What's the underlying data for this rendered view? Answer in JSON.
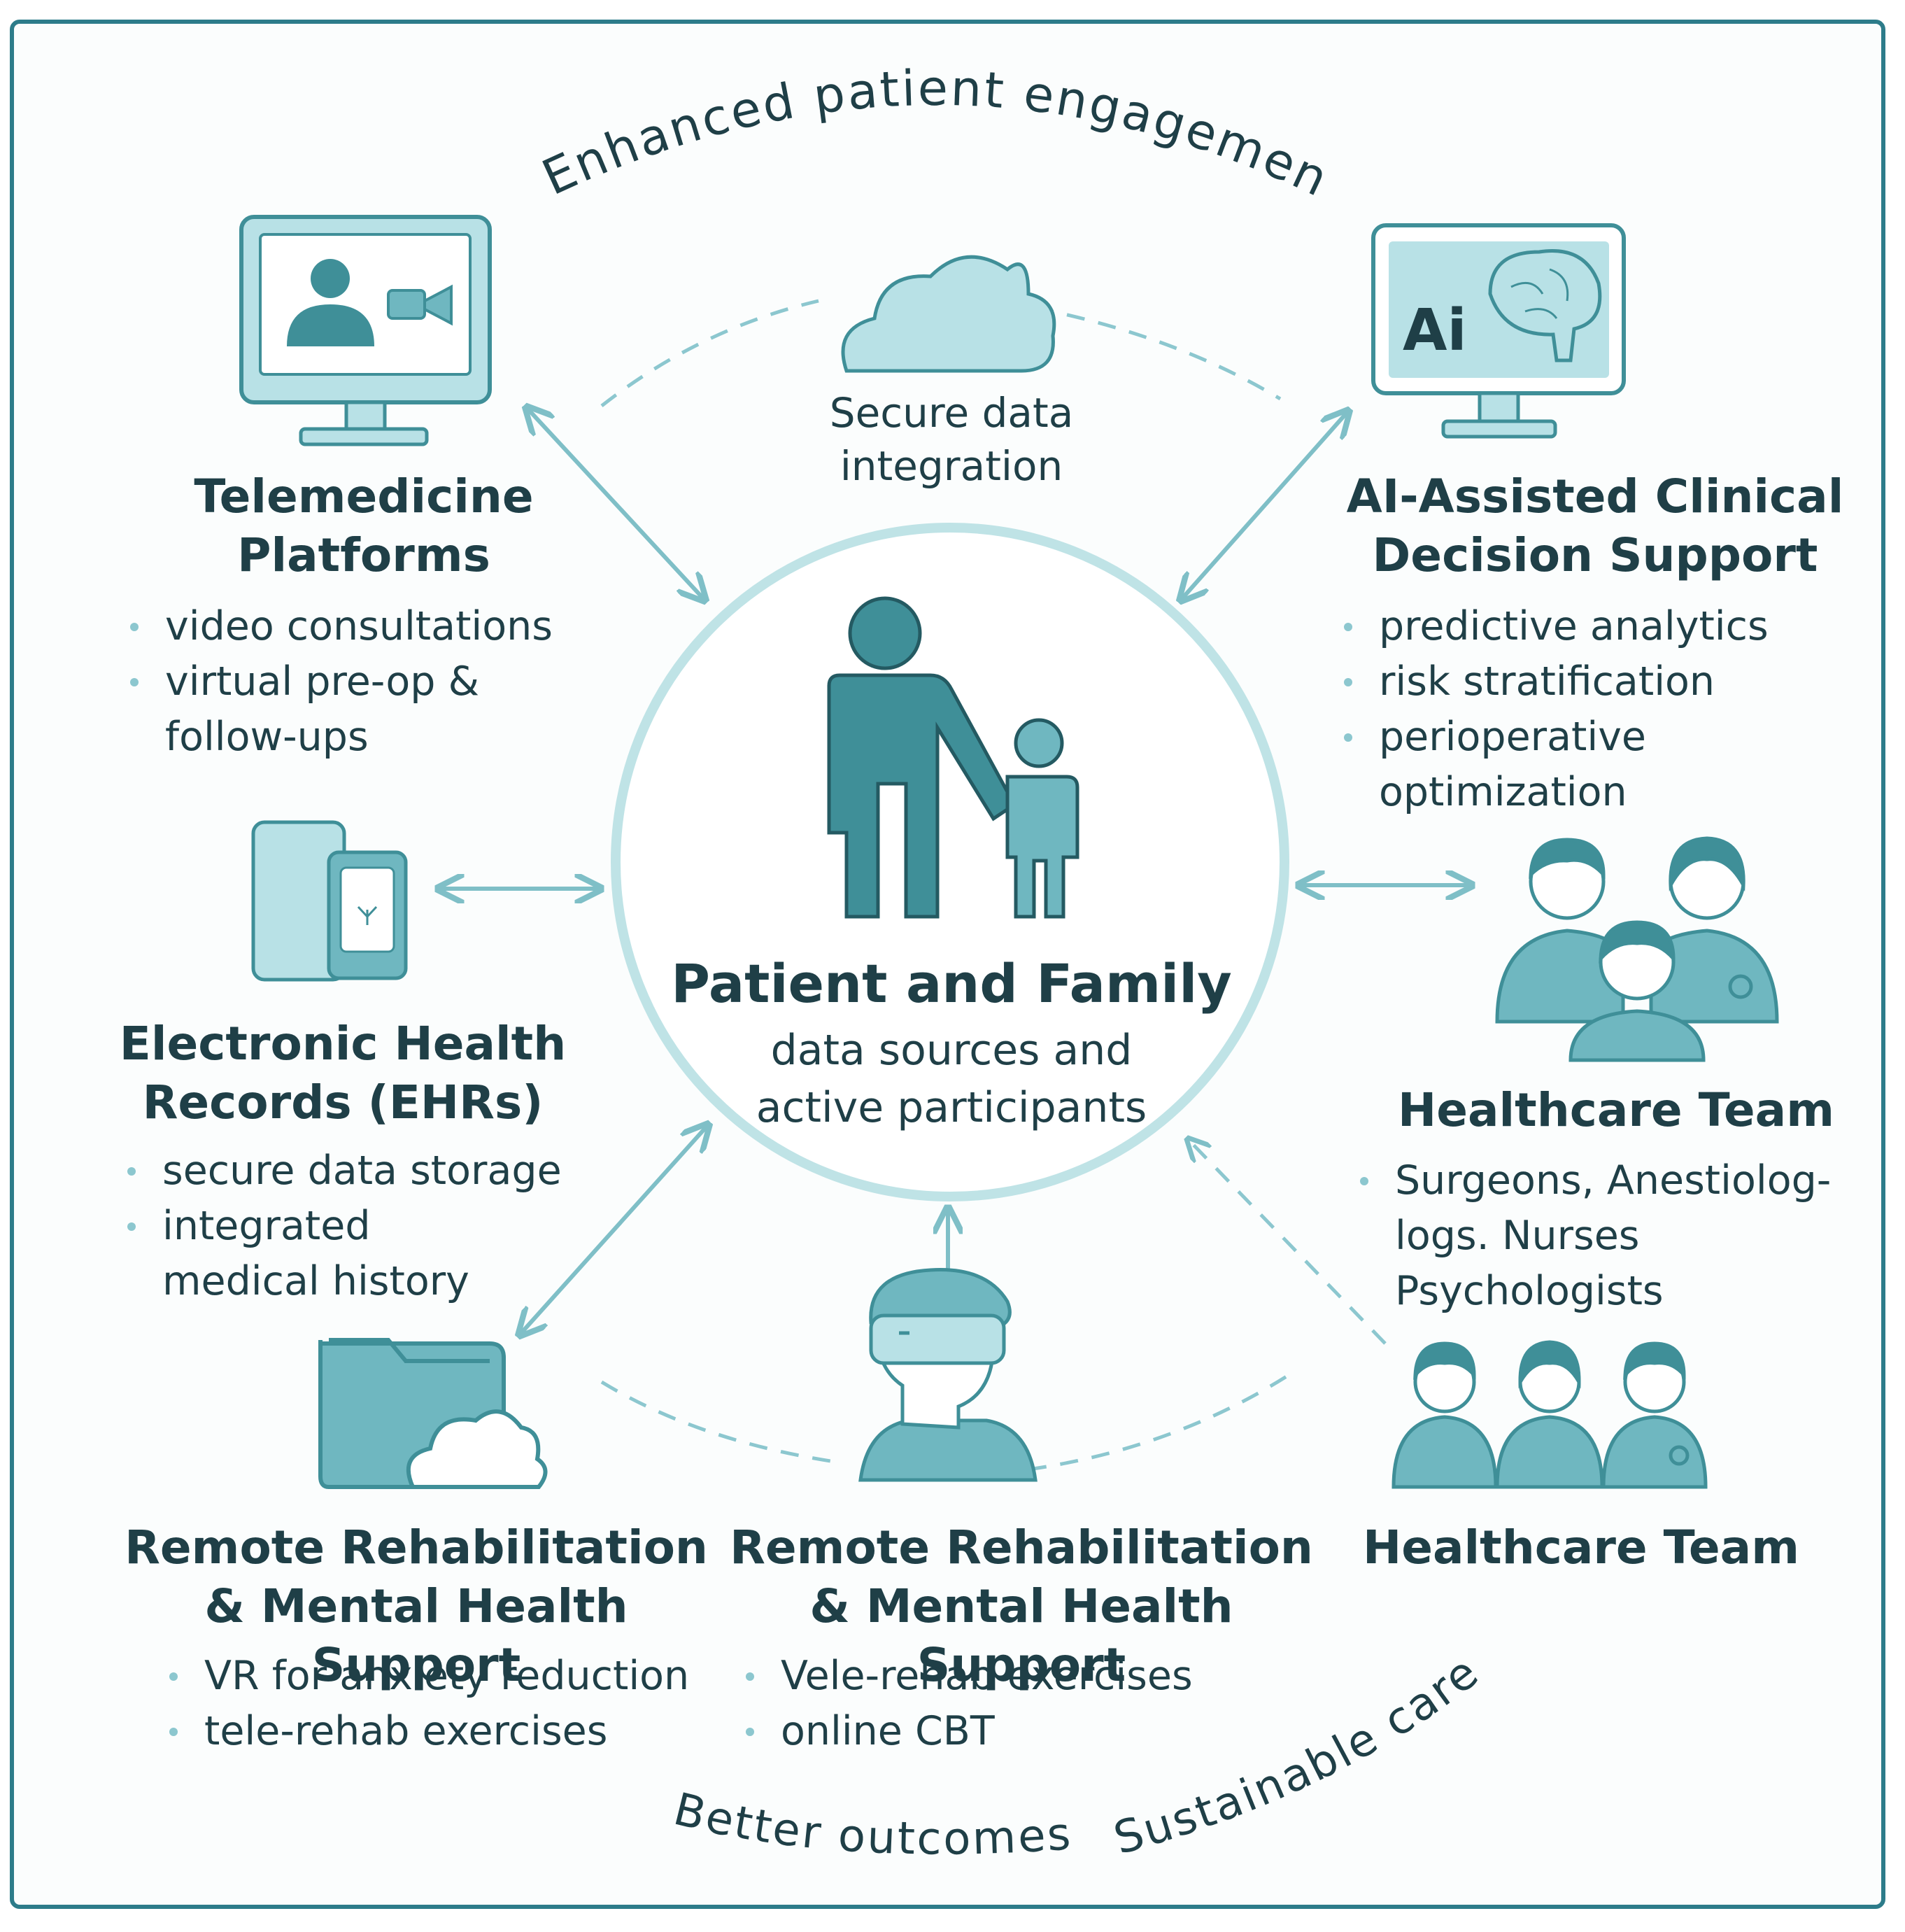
{
  "top_arc_text": "Enhanced patient engagement",
  "bottom_left_text": "Better outcomes",
  "bottom_right_text": "Sustainable care",
  "center": {
    "title": "Patient and Family",
    "subtitle_1": "data sources and",
    "subtitle_2": "active participants"
  },
  "cloud_label": {
    "line1": "Secure data",
    "line2": "integration"
  },
  "telemedicine": {
    "title_1": "Telemedicine",
    "title_2": "Platforms",
    "bullets": [
      "video consultations",
      "virtual pre-op &",
      "follow-ups"
    ]
  },
  "ai": {
    "title_1": "AI-Assisted Clinical",
    "title_2": "Decision Support",
    "screen_label": "Ai",
    "bullets": [
      "predictive analytics",
      "risk stratification",
      "perioperative",
      "optimization"
    ]
  },
  "ehr": {
    "title_1": "Electronic Health",
    "title_2": "Records (EHRs)",
    "bullets": [
      "secure data storage",
      "integrated",
      "medical history"
    ]
  },
  "team_right": {
    "title": "Healthcare Team",
    "bullets": [
      "Surgeons, Anestiolog-",
      "logs. Nurses",
      "Psychologists"
    ]
  },
  "rehab_left": {
    "title_1": "Remote Rehabilitation",
    "title_2": "& Mental Health Support",
    "bullets": [
      "VR for anxiety reduction",
      "tele-rehab exercises"
    ]
  },
  "rehab_mid": {
    "title_1": "Remote Rehabilitation",
    "title_2": "& Mental Health Support",
    "bullets": [
      "Vele-rehab exercises",
      "online CBT"
    ]
  },
  "team_bottom": {
    "title": "Healthcare Team"
  },
  "colors": {
    "frame": "#2d7c8a",
    "accent_dark": "#3f8f98",
    "accent_mid": "#6fb7c0",
    "accent_light": "#b8e1e6",
    "circle": "#bfe3e6",
    "text": "#1f3f47"
  }
}
